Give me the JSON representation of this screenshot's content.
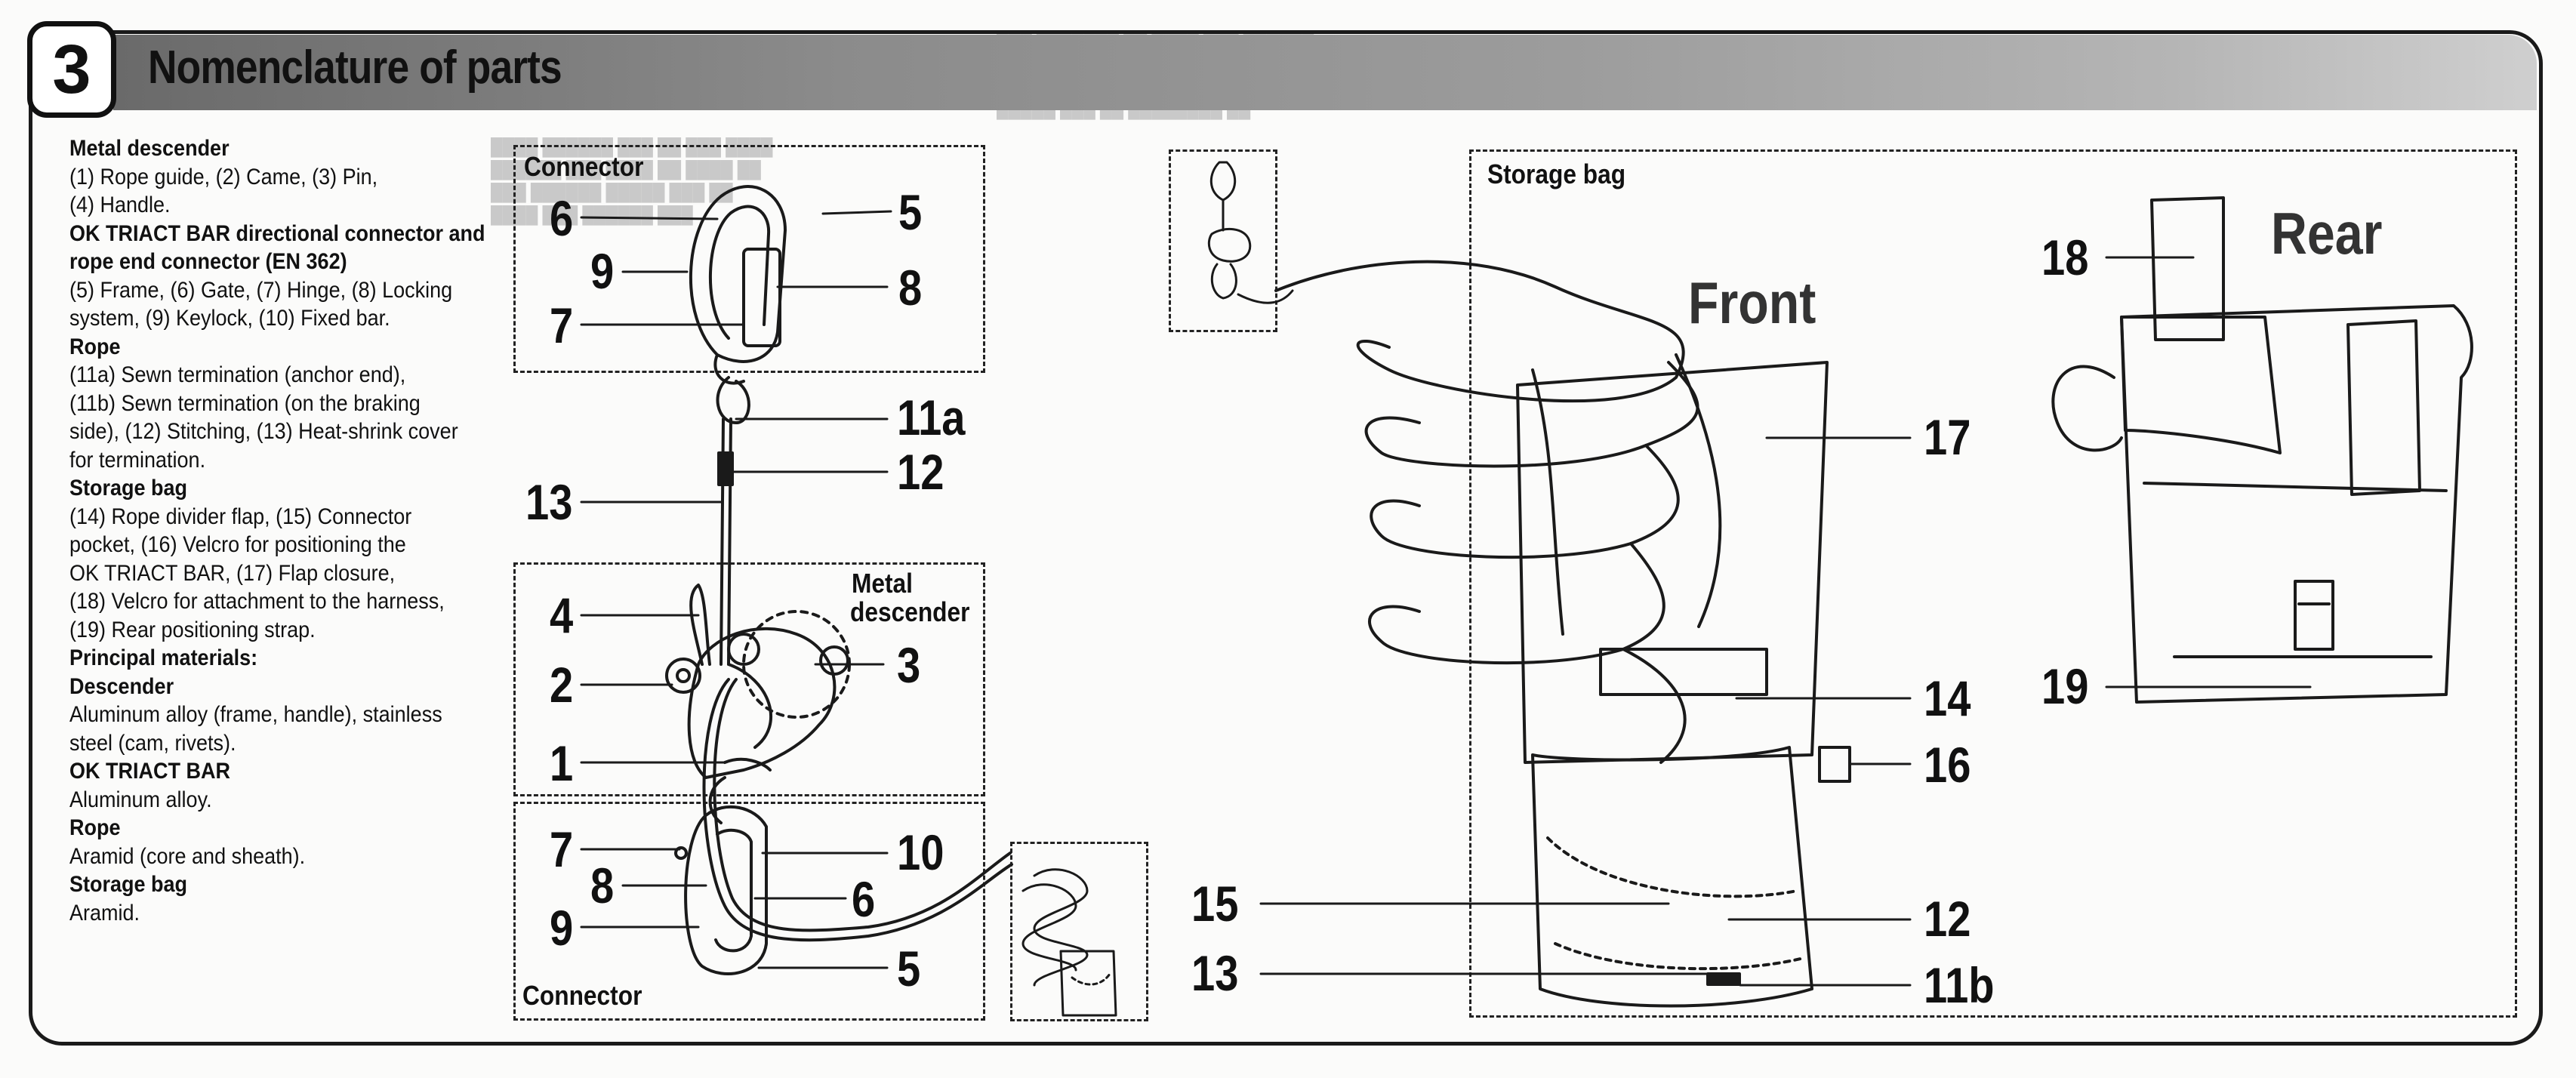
{
  "section": {
    "number": "3",
    "title": "Nomenclature of parts"
  },
  "legend": [
    {
      "kind": "heading",
      "text": "Metal descender"
    },
    {
      "kind": "text",
      "text": "(1) Rope guide, (2) Came, (3) Pin,"
    },
    {
      "kind": "text",
      "text": "(4) Handle."
    },
    {
      "kind": "heading",
      "text": "OK TRIACT BAR directional connector and"
    },
    {
      "kind": "heading",
      "text": "rope end connector (EN 362)"
    },
    {
      "kind": "text",
      "text": "(5) Frame, (6) Gate, (7) Hinge, (8) Locking"
    },
    {
      "kind": "text",
      "text": "system, (9) Keylock, (10) Fixed bar."
    },
    {
      "kind": "heading",
      "text": "Rope"
    },
    {
      "kind": "text",
      "text": "(11a) Sewn termination (anchor end),"
    },
    {
      "kind": "text",
      "text": "(11b) Sewn termination (on the braking"
    },
    {
      "kind": "text",
      "text": "side), (12) Stitching, (13) Heat-shrink cover"
    },
    {
      "kind": "text",
      "text": "for termination."
    },
    {
      "kind": "heading",
      "text": "Storage bag"
    },
    {
      "kind": "text",
      "text": "(14) Rope divider flap, (15) Connector"
    },
    {
      "kind": "text",
      "text": "pocket, (16) Velcro for positioning the"
    },
    {
      "kind": "text",
      "text": "OK TRIACT BAR, (17) Flap closure,"
    },
    {
      "kind": "text",
      "text": "(18) Velcro for attachment to the harness,"
    },
    {
      "kind": "text",
      "text": "(19) Rear positioning strap."
    },
    {
      "kind": "heading",
      "text": "Principal materials:"
    },
    {
      "kind": "heading",
      "text": "Descender"
    },
    {
      "kind": "text",
      "text": "Aluminum alloy (frame, handle), stainless"
    },
    {
      "kind": "text",
      "text": "steel (cam, rivets)."
    },
    {
      "kind": "heading",
      "text": "OK TRIACT BAR"
    },
    {
      "kind": "text",
      "text": "Aluminum alloy."
    },
    {
      "kind": "heading",
      "text": "Rope"
    },
    {
      "kind": "text",
      "text": "Aramid (core and sheath)."
    },
    {
      "kind": "heading",
      "text": "Storage bag"
    },
    {
      "kind": "text",
      "text": "Aramid."
    }
  ],
  "diagram": {
    "connector_top_label": "Connector",
    "descender_label_line1": "Metal",
    "descender_label_line2": "descender",
    "connector_bottom_label": "Connector",
    "storage_bag_label": "Storage bag",
    "front_label": "Front",
    "rear_label": "Rear",
    "callouts": {
      "c6_top": "6",
      "c5_top": "5",
      "c9_top": "9",
      "c8_top": "8",
      "c7_top": "7",
      "c11a": "11a",
      "c12_rope": "12",
      "c13_rope": "13",
      "c4": "4",
      "c3": "3",
      "c2": "2",
      "c1": "1",
      "c7_bot": "7",
      "c10": "10",
      "c8_bot": "8",
      "c6_bot": "6",
      "c9_bot": "9",
      "c5_bot": "5",
      "c17": "17",
      "c14": "14",
      "c16": "16",
      "c15": "15",
      "c12_bag": "12",
      "c13_bag": "13",
      "c11b": "11b",
      "c18": "18",
      "c19": "19"
    }
  }
}
